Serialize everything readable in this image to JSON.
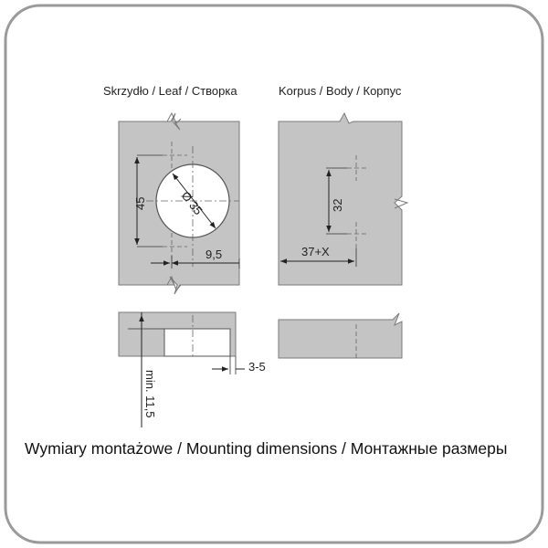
{
  "colors": {
    "panel_fill": "#c4c4c4",
    "outline": "#7a7a7a",
    "frame": "#9a9a9a",
    "text": "#222222"
  },
  "leaf": {
    "title": "Skrzydło / Leaf / Створка",
    "dim_vertical": "45",
    "dim_diameter": "Ø 35",
    "dim_offset": "9,5"
  },
  "body": {
    "title": "Korpus / Body / Корпус",
    "dim_vertical": "32",
    "dim_horizontal": "37+X"
  },
  "section": {
    "dim_gap": "3-5",
    "dim_min": "min. 11,5"
  },
  "caption": "Wymiary montażowe / Mounting dimensions / Монтажные размеры"
}
